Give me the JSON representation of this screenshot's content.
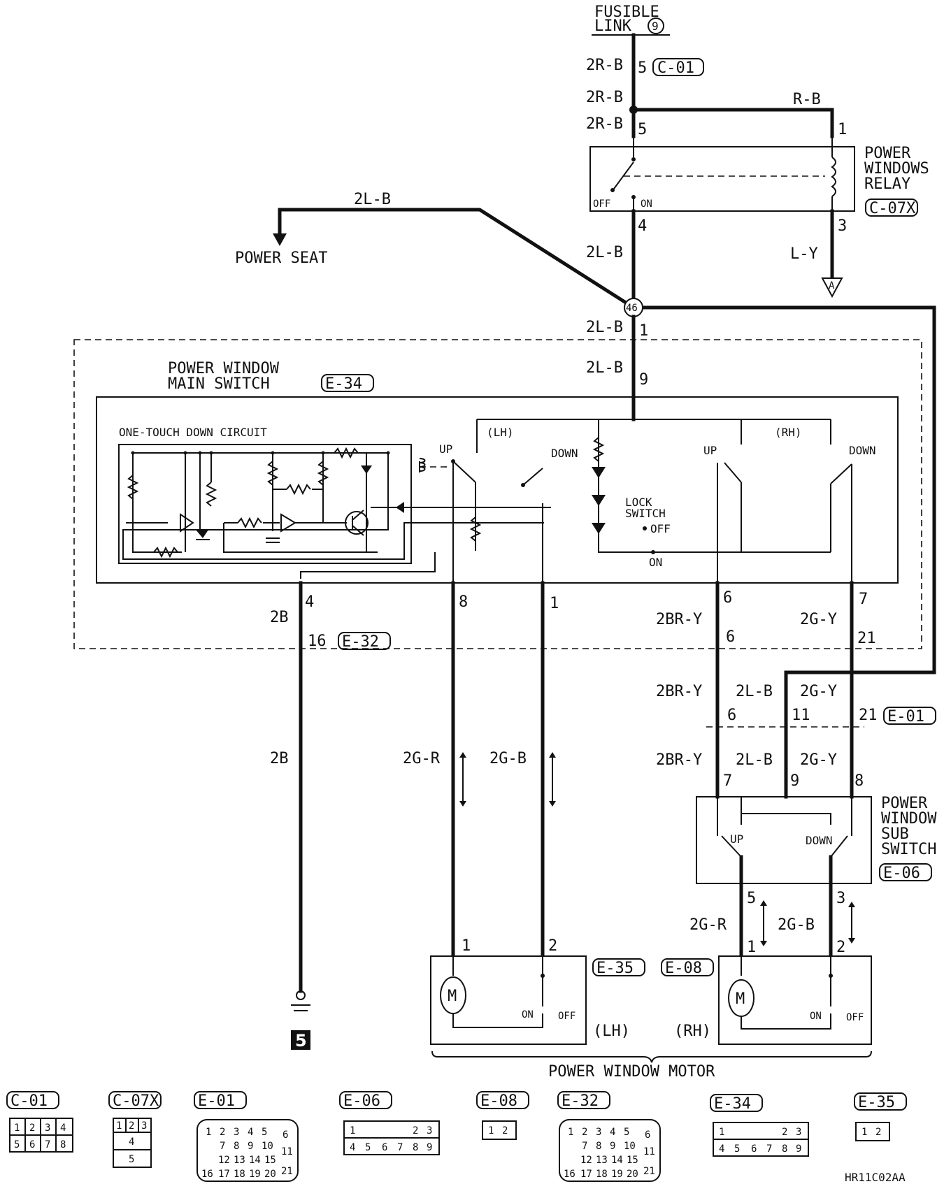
{
  "top": {
    "fusible_link_line1": "FUSIBLE",
    "fusible_link_line2": "LINK",
    "fusible_link_num": "9"
  },
  "connectors_ref": {
    "c01": "C-01",
    "c07x": "C-07X",
    "e34": "E-34",
    "e32": "E-32",
    "e01": "E-01",
    "e06": "E-06",
    "e35": "E-35",
    "e08": "E-08"
  },
  "wires": {
    "w_2RB_a": "2R-B",
    "w_2RB_b": "2R-B",
    "w_2RB_c": "2R-B",
    "w_RB": "R-B",
    "w_2LB_seat": "2L-B",
    "w_2LB_a": "2L-B",
    "w_LY": "L-Y",
    "w_2LB_b": "2L-B",
    "w_2LB_c": "2L-B",
    "w_2B_a": "2B",
    "w_2B_b": "2B",
    "w_2BRY_a": "2BR-Y",
    "w_2GY_a": "2G-Y",
    "w_2BRY_b": "2BR-Y",
    "w_2LB_d": "2L-B",
    "w_2GY_b": "2G-Y",
    "w_2BRY_c": "2BR-Y",
    "w_2LB_e": "2L-B",
    "w_2GY_c": "2G-Y",
    "w_2GR_lh": "2G-R",
    "w_2GB_lh": "2G-B",
    "w_2GR_rh": "2G-R",
    "w_2GB_rh": "2G-B"
  },
  "pins": {
    "p_c01_5": "5",
    "p_relay_5": "5",
    "p_relay_1": "1",
    "p_relay_4": "4",
    "p_relay_3": "3",
    "p_joint": "46",
    "p_1": "1",
    "p_9": "9",
    "p_4": "4",
    "p_8": "8",
    "p_1b": "1",
    "p_6": "6",
    "p_7": "7",
    "p_16": "16",
    "p_6b": "6",
    "p_21": "21",
    "p_6c": "6",
    "p_11": "11",
    "p_21b": "21",
    "p_7b": "7",
    "p_9b": "9",
    "p_8b": "8",
    "p_5": "5",
    "p_3": "3",
    "p_m1_lh": "1",
    "p_m2_lh": "2",
    "p_m1_rh": "1",
    "p_m2_rh": "2"
  },
  "relay": {
    "title1": "POWER",
    "title2": "WINDOWS",
    "title3": "RELAY",
    "off": "OFF",
    "on": "ON",
    "ground_tag": "A"
  },
  "power_seat": "POWER SEAT",
  "main_switch": {
    "title1": "POWER WINDOW",
    "title2": "MAIN SWITCH",
    "one_touch": "ONE-TOUCH DOWN CIRCUIT",
    "lh": "(LH)",
    "rh": "(RH)",
    "up_lh": "UP",
    "down_lh": "DOWN",
    "up_rh": "UP",
    "down_rh": "DOWN",
    "lock1": "LOCK",
    "lock2": "SWITCH",
    "lock_off": "OFF",
    "lock_on": "ON"
  },
  "sub_switch": {
    "title1": "POWER",
    "title2": "WINDOW",
    "title3": "SUB",
    "title4": "SWITCH",
    "up": "UP",
    "down": "DOWN"
  },
  "motors": {
    "m": "M",
    "on_lh": "ON",
    "off_lh": "OFF",
    "on_rh": "ON",
    "off_rh": "OFF",
    "lh": "(LH)",
    "rh": "(RH)",
    "title": "POWER WINDOW MOTOR"
  },
  "ground_num": "5",
  "connector_faces": [
    {
      "label": "C-01"
    },
    {
      "label": "C-07X"
    },
    {
      "label": "E-01"
    },
    {
      "label": "E-06"
    },
    {
      "label": "E-08"
    },
    {
      "label": "E-32"
    },
    {
      "label": "E-34"
    },
    {
      "label": "E-35"
    }
  ],
  "face_pins": {
    "c01": [
      "1",
      "2",
      "3",
      "4",
      "5",
      "6",
      "7",
      "8"
    ],
    "c07x": [
      "1",
      "2",
      "3",
      "4",
      "5"
    ],
    "e01": [
      "1",
      "2",
      "3",
      "4",
      "5",
      "6",
      "7",
      "8",
      "9",
      "10",
      "11",
      "12",
      "13",
      "14",
      "15",
      "16",
      "17",
      "18",
      "19",
      "20",
      "21"
    ],
    "e06": [
      "1",
      "2",
      "3",
      "4",
      "5",
      "6",
      "7",
      "8",
      "9"
    ],
    "e08": [
      "1",
      "2"
    ],
    "e32": [
      "1",
      "2",
      "3",
      "4",
      "5",
      "6",
      "7",
      "8",
      "9",
      "10",
      "11",
      "12",
      "13",
      "14",
      "15",
      "16",
      "17",
      "18",
      "19",
      "20",
      "21"
    ],
    "e34": [
      "1",
      "2",
      "3",
      "4",
      "5",
      "6",
      "7",
      "8",
      "9"
    ],
    "e35": [
      "1",
      "2"
    ]
  },
  "diagram_code": "HR11C02AA"
}
